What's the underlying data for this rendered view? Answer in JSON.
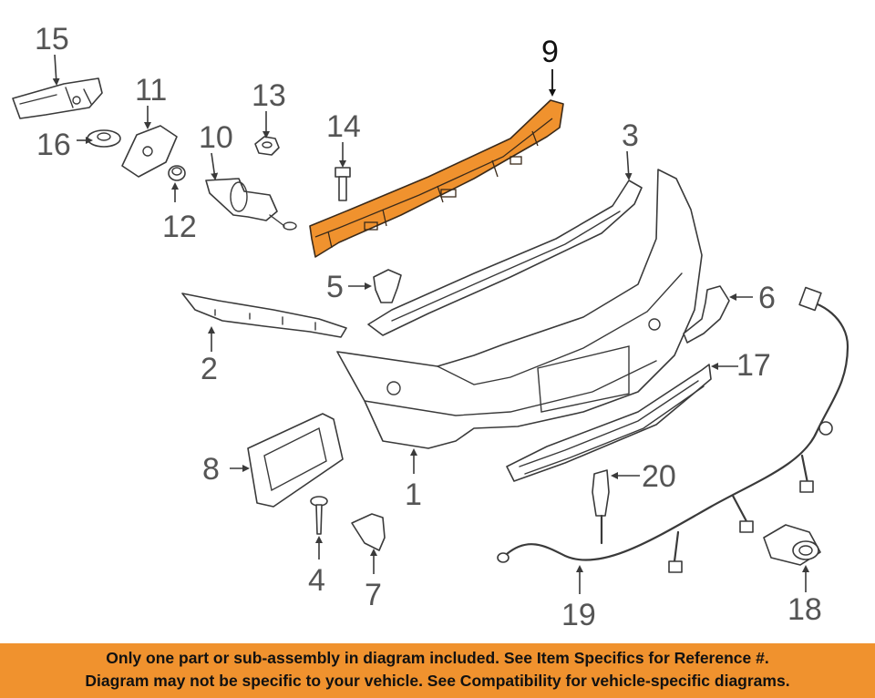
{
  "diagram": {
    "callouts": [
      {
        "id": "1",
        "text": "1"
      },
      {
        "id": "2",
        "text": "2"
      },
      {
        "id": "3",
        "text": "3"
      },
      {
        "id": "4",
        "text": "4"
      },
      {
        "id": "5",
        "text": "5"
      },
      {
        "id": "6",
        "text": "6"
      },
      {
        "id": "7",
        "text": "7"
      },
      {
        "id": "8",
        "text": "8"
      },
      {
        "id": "9",
        "text": "9"
      },
      {
        "id": "10",
        "text": "10"
      },
      {
        "id": "11",
        "text": "11"
      },
      {
        "id": "12",
        "text": "12"
      },
      {
        "id": "13",
        "text": "13"
      },
      {
        "id": "14",
        "text": "14"
      },
      {
        "id": "15",
        "text": "15"
      },
      {
        "id": "16",
        "text": "16"
      },
      {
        "id": "17",
        "text": "17"
      },
      {
        "id": "18",
        "text": "18"
      },
      {
        "id": "19",
        "text": "19"
      },
      {
        "id": "20",
        "text": "20"
      }
    ],
    "highlighted_part": "9",
    "colors": {
      "highlight": "#f0922e",
      "line": "#3a3a3a",
      "label": "#555555"
    }
  },
  "disclaimer": {
    "line1": "Only one part or sub-assembly in diagram included. See Item Specifics for Reference #.",
    "line2": "Diagram may not be specific to your vehicle. See Compatibility for vehicle-specific diagrams."
  }
}
